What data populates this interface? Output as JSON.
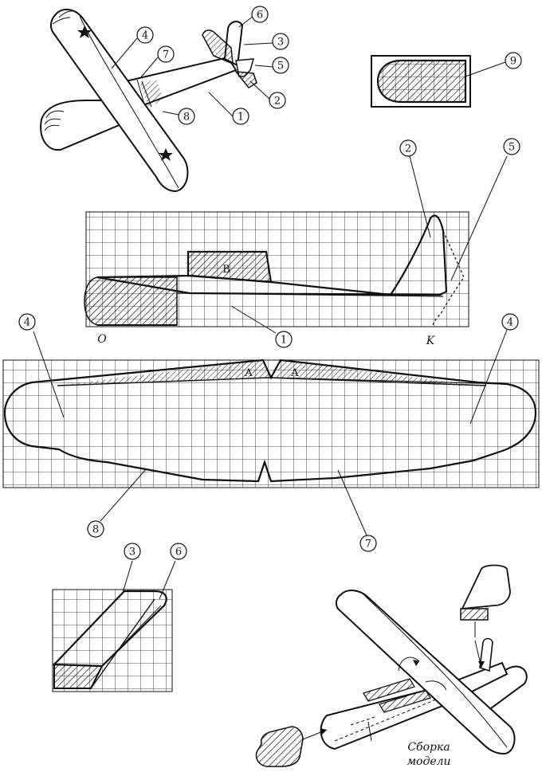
{
  "callouts": {
    "n1": "1",
    "n2": "2",
    "n3": "3",
    "n4": "4",
    "n5": "5",
    "n6": "6",
    "n7": "7",
    "n8": "8",
    "n9": "9"
  },
  "fuselage_labels": {
    "start": "O",
    "end": "K",
    "letter_b": "B"
  },
  "wing_labels": {
    "left_a": "A",
    "right_a": "A"
  },
  "assembly_caption": [
    "Сборка",
    "модели"
  ]
}
